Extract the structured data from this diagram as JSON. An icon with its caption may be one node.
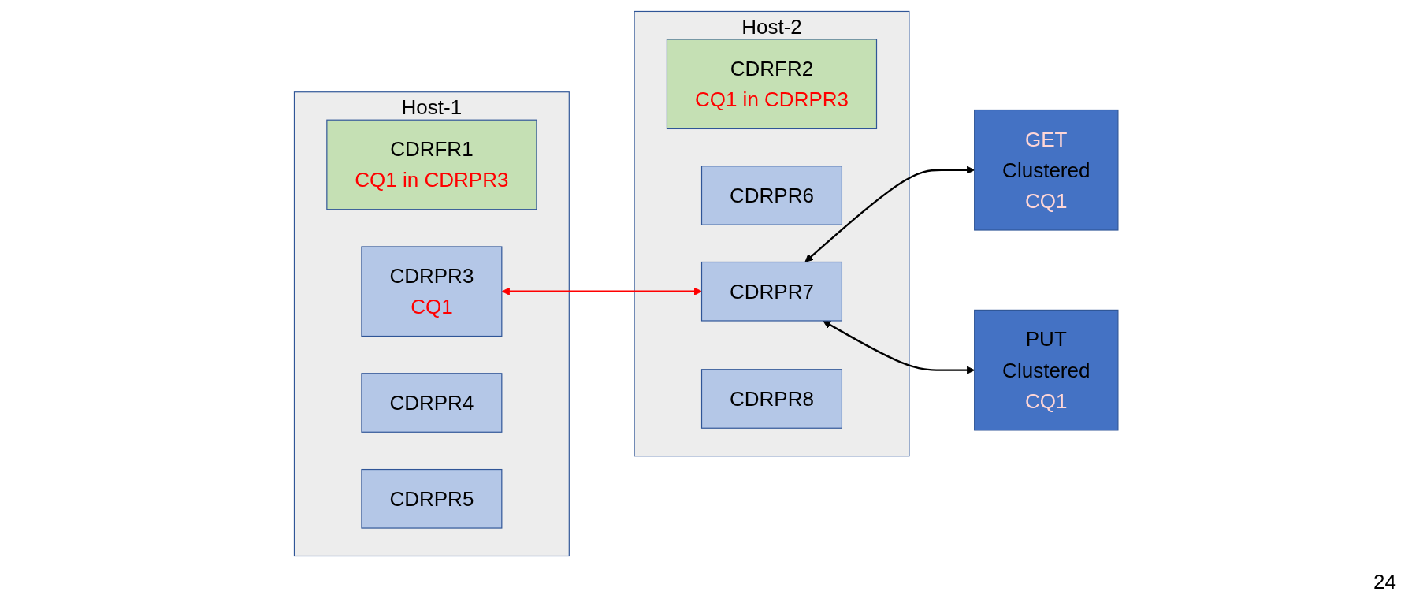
{
  "diagram": {
    "nodes": [
      {
        "text": [
          "Host-1"
        ]
      },
      {
        "text": [
          "CDRFR1",
          "CQ1 in CDRPR3"
        ],
        "in": 0
      },
      {
        "text": [
          "CDRPR3",
          "CQ1"
        ],
        "in": 0
      },
      {
        "text": [
          "CDRPR4"
        ],
        "in": 0
      },
      {
        "text": [
          "CDRPR5"
        ],
        "in": 0
      },
      {
        "text": [
          "Host-2"
        ]
      },
      {
        "text": [
          "CDRFR2",
          "CQ1 in CDRPR3"
        ],
        "in": 5
      },
      {
        "text": [
          "CDRPR6"
        ],
        "in": 5
      },
      {
        "text": [
          "CDRPR7"
        ],
        "in": 5
      },
      {
        "text": [
          "CDRPR8"
        ],
        "in": 5
      },
      {
        "text": [
          "GET",
          "Clustered",
          "CQ1"
        ]
      },
      {
        "text": [
          "PUT",
          "Clustered",
          "CQ1"
        ]
      }
    ],
    "edges": [
      {
        "from": 2,
        "to": 8,
        "arrow": "both",
        "color": "#ff0000"
      },
      {
        "from": 8,
        "to": 10,
        "arrow": "both"
      },
      {
        "from": 8,
        "to": 11,
        "arrow": "both"
      }
    ],
    "labels": [
      "24"
    ]
  }
}
